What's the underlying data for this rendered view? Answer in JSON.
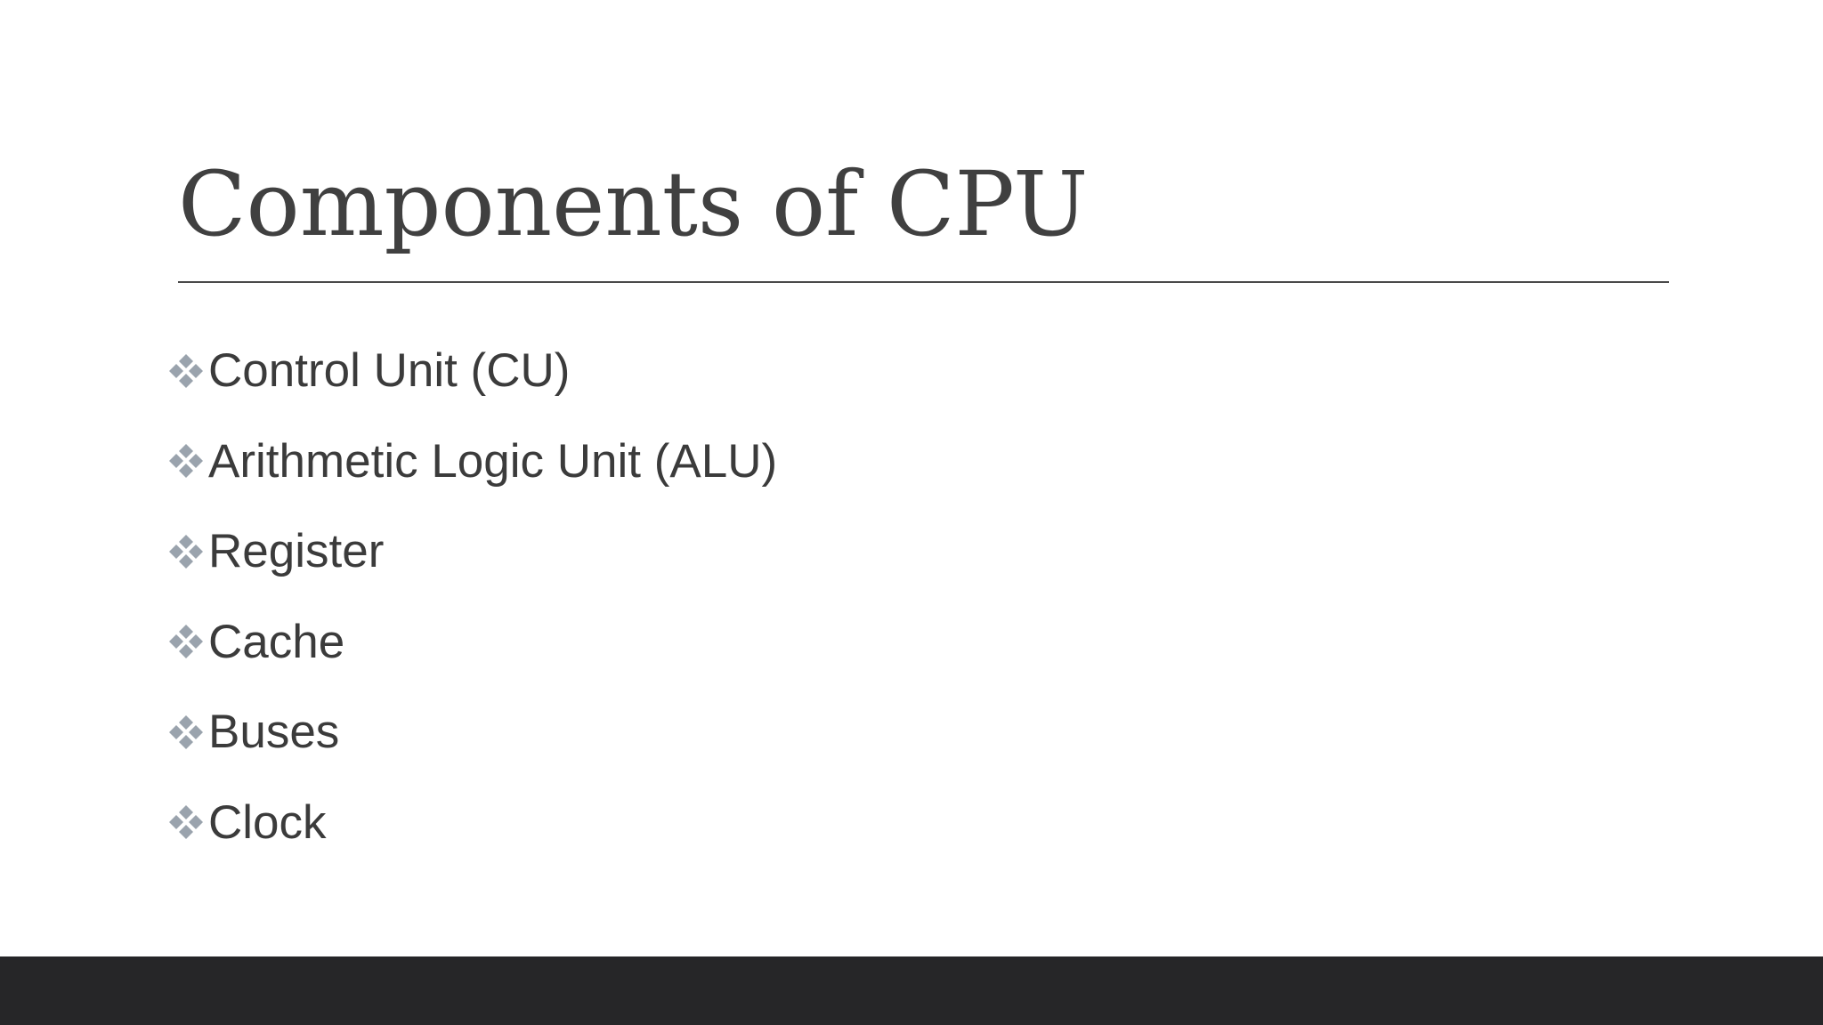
{
  "slide": {
    "title": "Components of CPU",
    "bullet_icon": "four-diamond-bullet-icon",
    "colors": {
      "title": "#404040",
      "text": "#3b3b3b",
      "bullet": "#9aa3ad",
      "rule": "#4a4a4a",
      "footer": "#262628"
    },
    "bullets": [
      "Control Unit (CU)",
      "Arithmetic Logic Unit (ALU)",
      "Register",
      "Cache",
      "Buses",
      "Clock"
    ]
  }
}
